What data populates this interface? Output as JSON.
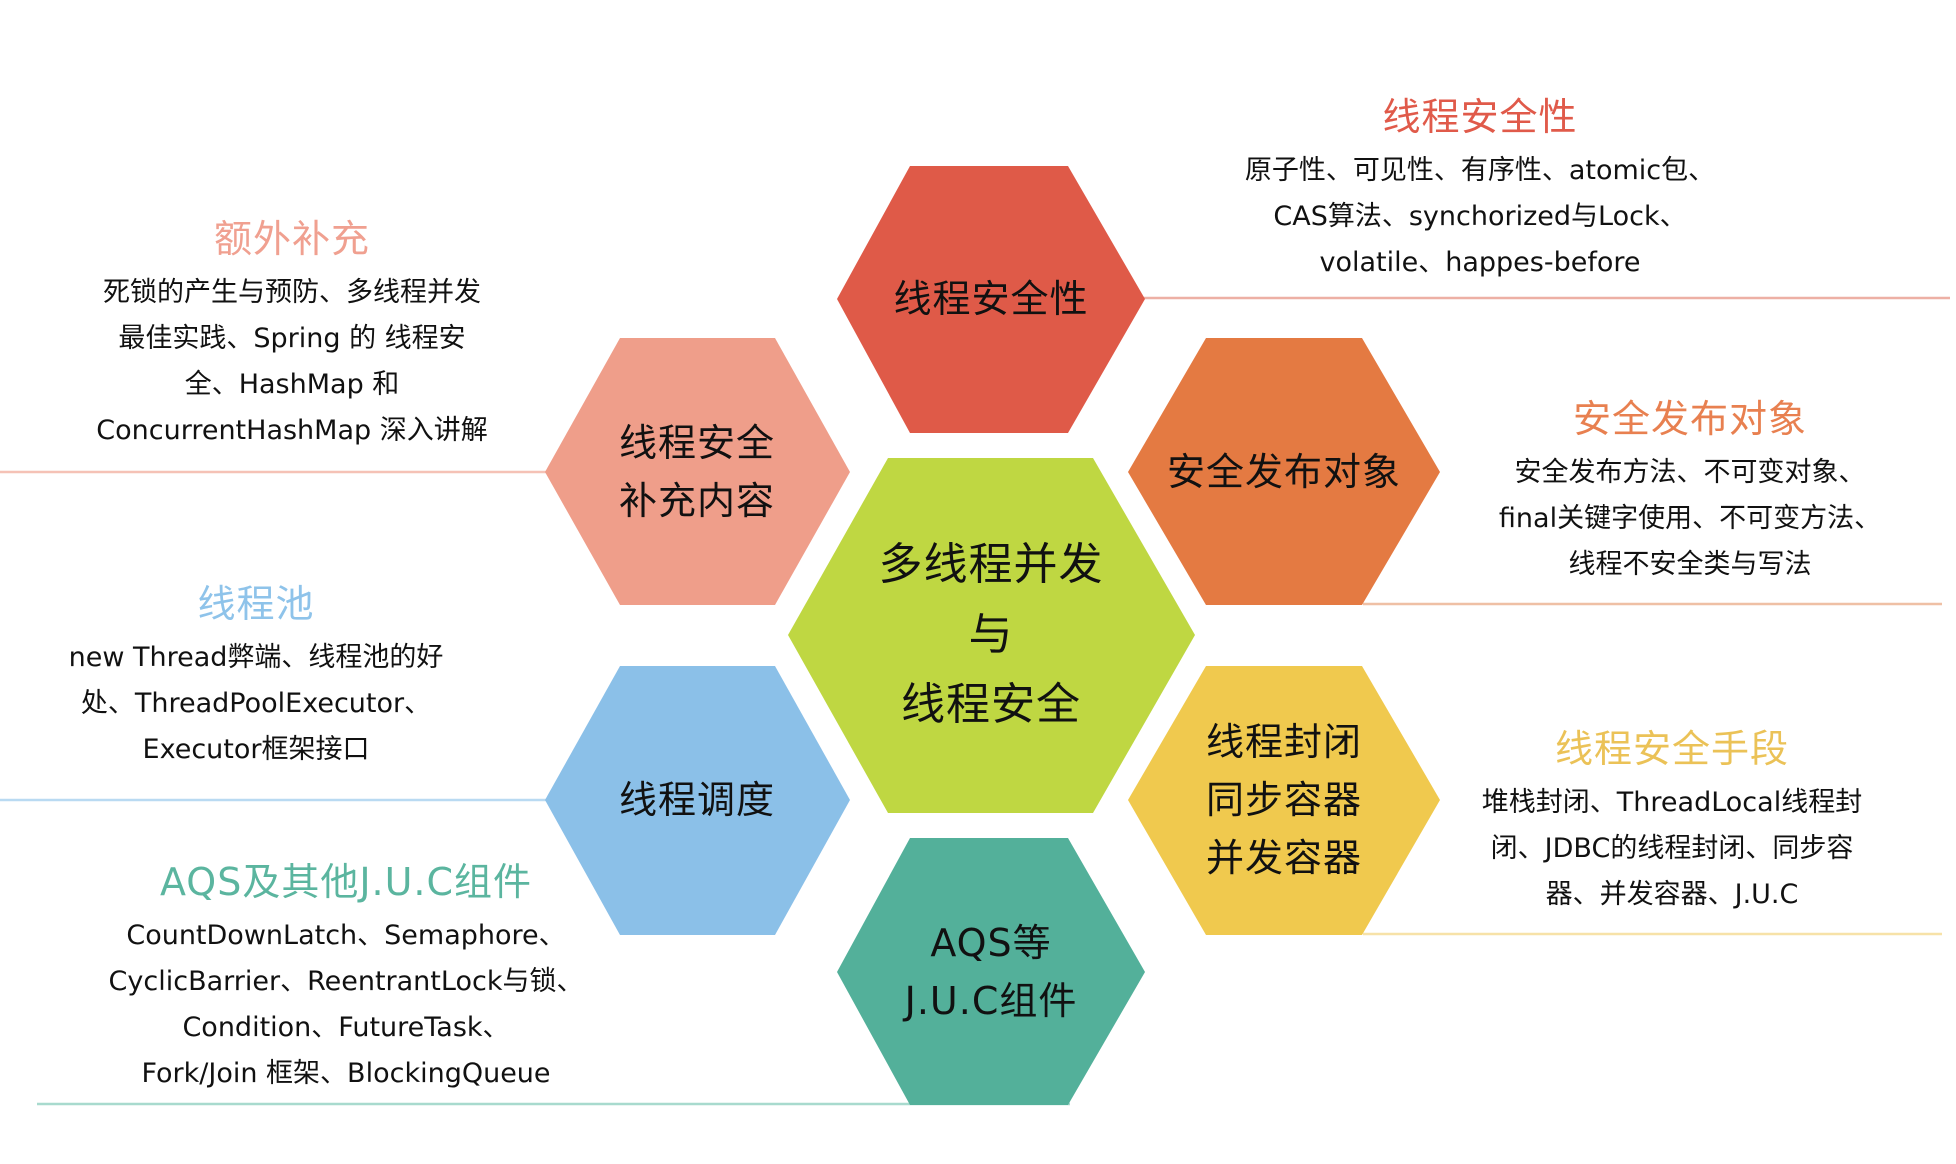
{
  "colors": {
    "center": "#BFD742",
    "safety": "#DF5A48",
    "publish": "#E47A42",
    "confine": "#F0C94E",
    "juc": "#53B09A",
    "schedule": "#8BC0E8",
    "extra": "#EF9E8A"
  },
  "hexagons": {
    "center": {
      "lines": [
        "多线程并发",
        "与",
        "线程安全"
      ]
    },
    "safety": {
      "lines": [
        "线程安全性"
      ]
    },
    "extra": {
      "lines": [
        "线程安全",
        "补充内容"
      ]
    },
    "publish": {
      "lines": [
        "安全发布对象"
      ]
    },
    "schedule": {
      "lines": [
        "线程调度"
      ]
    },
    "confine": {
      "lines": [
        "线程封闭",
        "同步容器",
        "并发容器"
      ]
    },
    "juc": {
      "lines": [
        "AQS等",
        "J.U.C组件"
      ]
    }
  },
  "blocks": {
    "safety": {
      "title": "线程安全性",
      "title_color": "#E05A4A",
      "lines": [
        "原子性、可见性、有序性、atomic包、",
        "CAS算法、synchorized与Lock、",
        "volatile、happes-before"
      ]
    },
    "extra": {
      "title": "额外补充",
      "title_color": "#F0A090",
      "lines": [
        "死锁的产生与预防、多线程并发",
        "最佳实践、Spring 的 线程安",
        "全、HashMap 和",
        "ConcurrentHashMap 深入讲解"
      ]
    },
    "publish": {
      "title": "安全发布对象",
      "title_color": "#E88050",
      "lines": [
        "安全发布方法、不可变对象、",
        "final关键字使用、不可变方法、",
        "线程不安全类与写法"
      ]
    },
    "pool": {
      "title": "线程池",
      "title_color": "#8EC3EA",
      "lines": [
        "new Thread弊端、线程池的好",
        "处、ThreadPoolExecutor、",
        "Executor框架接口"
      ]
    },
    "means": {
      "title": "线程安全手段",
      "title_color": "#EBC257",
      "lines": [
        "堆栈封闭、ThreadLocal线程封",
        "闭、JDBC的线程封闭、同步容",
        "器、并发容器、J.U.C"
      ]
    },
    "juc": {
      "title": "AQS及其他J.U.C组件",
      "title_color": "#5BB59F",
      "lines": [
        "CountDownLatch、Semaphore、",
        "CyclicBarrier、ReentrantLock与锁、",
        "Condition、FutureTask、",
        "Fork/Join 框架、BlockingQueue"
      ]
    }
  },
  "connectors": {
    "safety": "#EDB0A5",
    "extra": "#F5C2B6",
    "publish": "#EFC0A5",
    "schedule": "#B9DAF2",
    "confine": "#F7E2A8",
    "juc": "#A8DACE"
  }
}
